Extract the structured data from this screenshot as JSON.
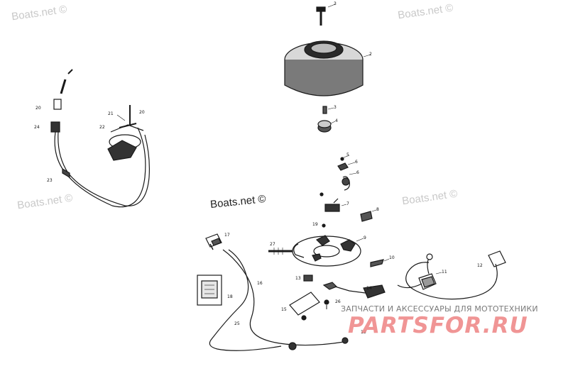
{
  "watermarks": {
    "top_left": "Boats.net ©",
    "top_right": "Boats.net ©",
    "mid_left": "Boats.net ©",
    "mid_right": "Boats.net ©",
    "main": "Boats.net ©"
  },
  "shop": {
    "caption": "ЗАПЧАСТИ И АКСЕССУАРЫ ДЛЯ МОТОТЕХНИКИ",
    "logo": "PARTSFOR.RU"
  },
  "callouts": [
    "3",
    "2",
    "3",
    "4",
    "5",
    "6",
    "6",
    "7",
    "8",
    "9",
    "10",
    "11",
    "12",
    "13",
    "13",
    "14",
    "15",
    "16",
    "17",
    "18",
    "19",
    "20",
    "20",
    "21",
    "22",
    "23",
    "24",
    "25",
    "26",
    "27"
  ],
  "colors": {
    "ink": "#1a1a1a",
    "watermark": "#c9c9c9",
    "logo": "#ef8a8a"
  }
}
